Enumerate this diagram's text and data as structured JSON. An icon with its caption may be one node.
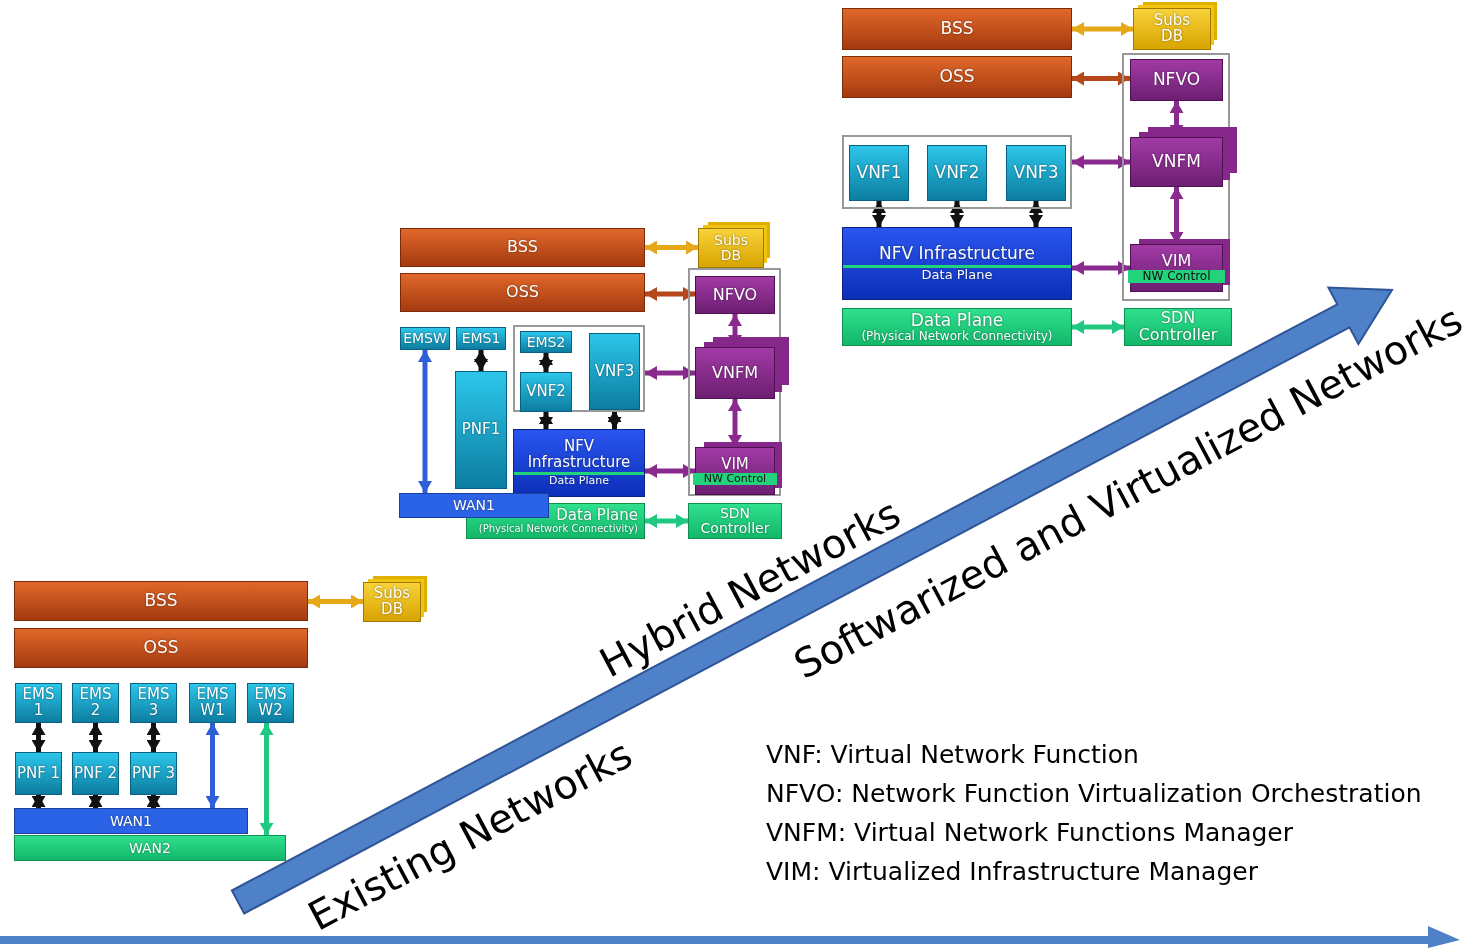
{
  "diagram": {
    "nodes": [
      {
        "text": [
          "BSS"
        ]
      },
      {
        "text": [
          "OSS"
        ]
      },
      {
        "text": [
          "Subs DB"
        ]
      },
      {
        "text": [
          "EMS 1"
        ]
      },
      {
        "text": [
          "EMS 2"
        ]
      },
      {
        "text": [
          "EMS 3"
        ]
      },
      {
        "text": [
          "EMS W1"
        ]
      },
      {
        "text": [
          "EMS W2"
        ]
      },
      {
        "text": [
          "PNF 1"
        ]
      },
      {
        "text": [
          "PNF 2"
        ]
      },
      {
        "text": [
          "PNF 3"
        ]
      },
      {
        "text": [
          "WAN1"
        ]
      },
      {
        "text": [
          "WAN2"
        ]
      },
      {
        "text": [
          "BSS"
        ]
      },
      {
        "text": [
          "OSS"
        ]
      },
      {
        "text": [
          "Subs DB"
        ]
      },
      {
        "text": [],
        "shape": "box"
      },
      {
        "text": [
          "NFVO"
        ],
        "in": 16
      },
      {
        "text": [
          "EMSW"
        ]
      },
      {
        "text": [
          "EMS1"
        ]
      },
      {
        "text": [],
        "shape": "box"
      },
      {
        "text": [
          "EMS2"
        ],
        "in": 20
      },
      {
        "text": [
          "VNF2"
        ],
        "in": 20
      },
      {
        "text": [
          "VNF3"
        ],
        "in": 20
      },
      {
        "text": [
          "VNFM"
        ],
        "in": 16
      },
      {
        "text": [
          "PNF1"
        ]
      },
      {
        "text": [
          "NFV Infrastructure",
          "Data Plane"
        ]
      },
      {
        "text": [
          "VIM",
          "NW Control"
        ],
        "in": 16
      },
      {
        "text": [
          "WAN1"
        ]
      },
      {
        "text": [
          "Data Plane",
          "(Physical Network Connectivity)"
        ]
      },
      {
        "text": [
          "SDN Controller"
        ]
      },
      {
        "text": [
          "BSS"
        ]
      },
      {
        "text": [
          "Subs DB"
        ]
      },
      {
        "text": [
          "OSS"
        ]
      },
      {
        "text": [],
        "shape": "box"
      },
      {
        "text": [
          "NFVO"
        ],
        "in": 34
      },
      {
        "text": [],
        "shape": "box"
      },
      {
        "text": [
          "VNF1"
        ],
        "in": 36
      },
      {
        "text": [
          "VNF2"
        ],
        "in": 36
      },
      {
        "text": [
          "VNF3"
        ],
        "in": 36
      },
      {
        "text": [
          "VNFM"
        ],
        "in": 34
      },
      {
        "text": [
          "NFV Infrastructure",
          "Data Plane"
        ]
      },
      {
        "text": [
          "VIM",
          "NW Control"
        ],
        "in": 34
      },
      {
        "text": [
          "Data Plane",
          "(Physical Network Connectivity)"
        ]
      },
      {
        "text": [
          "SDN Controller"
        ]
      }
    ],
    "edges": [
      {
        "from": 0,
        "to": 2,
        "arrow": "both",
        "color": "#e6a817"
      },
      {
        "from": 3,
        "to": 8,
        "arrow": "both"
      },
      {
        "from": 4,
        "to": 9,
        "arrow": "both"
      },
      {
        "from": 5,
        "to": 10,
        "arrow": "both"
      },
      {
        "from": 8,
        "to": 11,
        "arrow": "both"
      },
      {
        "from": 9,
        "to": 11,
        "arrow": "both"
      },
      {
        "from": 10,
        "to": 11,
        "arrow": "both"
      },
      {
        "from": 6,
        "to": 11,
        "arrow": "both",
        "color": "#2e5fd8"
      },
      {
        "from": 7,
        "to": 12,
        "arrow": "both",
        "color": "#1fc97f"
      },
      {
        "from": 13,
        "to": 15,
        "arrow": "both",
        "color": "#e6a817"
      },
      {
        "from": 14,
        "to": 17,
        "arrow": "both",
        "color": "#b5471a"
      },
      {
        "from": 17,
        "to": 24,
        "arrow": "both",
        "color": "#8a2a8e"
      },
      {
        "from": 24,
        "to": 27,
        "arrow": "both",
        "color": "#8a2a8e"
      },
      {
        "from": 20,
        "to": 24,
        "arrow": "both",
        "color": "#8a2a8e"
      },
      {
        "from": 26,
        "to": 27,
        "arrow": "both",
        "color": "#8a2a8e"
      },
      {
        "from": 29,
        "to": 30,
        "arrow": "both",
        "color": "#1fc97f"
      },
      {
        "from": 18,
        "to": 28,
        "arrow": "both",
        "color": "#2e5fd8"
      },
      {
        "from": 19,
        "to": 25,
        "arrow": "both"
      },
      {
        "from": 21,
        "to": 22,
        "arrow": "both"
      },
      {
        "from": 22,
        "to": 26,
        "arrow": "both"
      },
      {
        "from": 23,
        "to": 26,
        "arrow": "both"
      },
      {
        "from": 31,
        "to": 32,
        "arrow": "both",
        "color": "#e6a817"
      },
      {
        "from": 33,
        "to": 35,
        "arrow": "both",
        "color": "#b5471a"
      },
      {
        "from": 35,
        "to": 40,
        "arrow": "both",
        "color": "#8a2a8e"
      },
      {
        "from": 40,
        "to": 42,
        "arrow": "both",
        "color": "#8a2a8e"
      },
      {
        "from": 36,
        "to": 40,
        "arrow": "both",
        "color": "#8a2a8e"
      },
      {
        "from": 41,
        "to": 42,
        "arrow": "both",
        "color": "#8a2a8e"
      },
      {
        "from": 37,
        "to": 41,
        "arrow": "both"
      },
      {
        "from": 38,
        "to": 41,
        "arrow": "both"
      },
      {
        "from": 39,
        "to": 41,
        "arrow": "both"
      },
      {
        "from": 43,
        "to": 44,
        "arrow": "both",
        "color": "#1fc97f"
      }
    ],
    "labels": [
      "Existing Networks",
      "Hybrid Networks",
      "Softwarized and Virtualized Networks",
      "VNF: Virtual Network Function",
      "NFVO: Network Function Virtualization Orchestration",
      "VNFM: Virtual Network Functions Manager",
      "VIM: Virtualized Infrastructure Manager"
    ]
  }
}
